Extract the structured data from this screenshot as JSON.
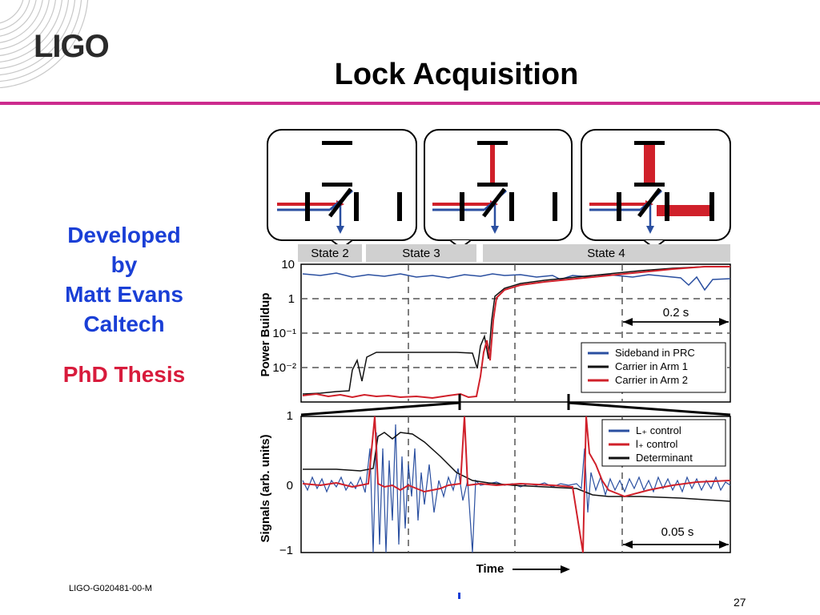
{
  "header": {
    "logo_text": "LIGO",
    "title": "Lock Acquisition"
  },
  "credits": {
    "line1": "Developed",
    "line2": "by",
    "line3": "Matt Evans",
    "line4": "Caltech",
    "thesis": "PhD Thesis"
  },
  "footer": {
    "doc_id": "LIGO-G020481-00-M",
    "page_number": "27"
  },
  "figure": {
    "state_labels": [
      "State 2",
      "State 3",
      "State 4"
    ],
    "top_plot": {
      "ylabel": "Power Buildup",
      "ytick_labels": [
        "10",
        "1",
        "10⁻¹",
        "10⁻²"
      ],
      "scale_label": "0.2 s",
      "legend": [
        "Sideband in PRC",
        "Carrier in Arm 1",
        "Carrier in Arm 2"
      ]
    },
    "bottom_plot": {
      "ylabel": "Signals (arb. units)",
      "ytick_labels": [
        "1",
        "0",
        "−1"
      ],
      "scale_label": "0.05 s",
      "legend": [
        "L₊ control",
        "l₊ control",
        "Determinant"
      ],
      "xlabel": "Time"
    },
    "colors": {
      "blue": "#2a4fa0",
      "black": "#111111",
      "red": "#d0202a"
    }
  }
}
